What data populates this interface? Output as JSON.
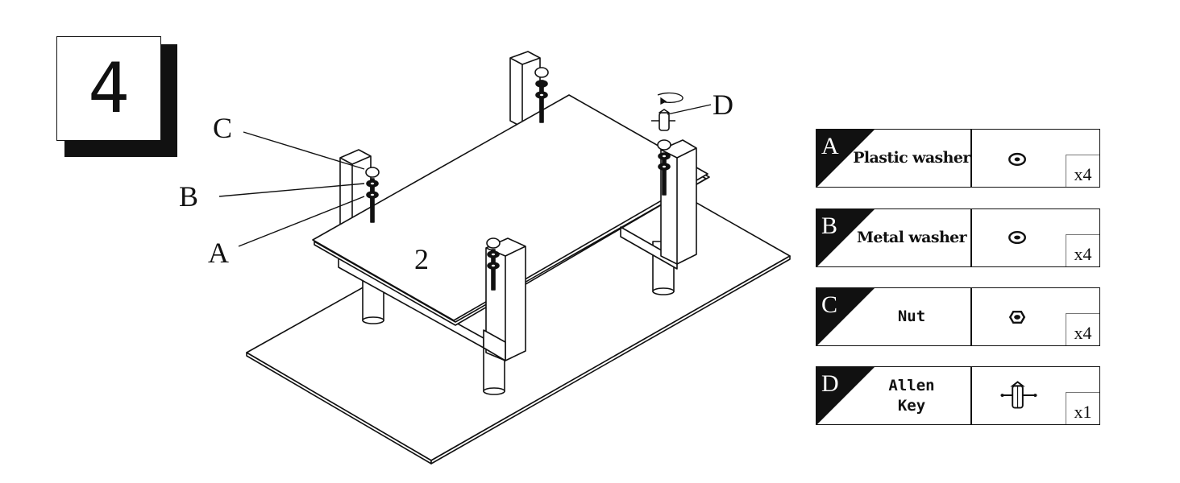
{
  "step": {
    "number": "4"
  },
  "diagram": {
    "callouts": {
      "c": "C",
      "b": "B",
      "a": "A",
      "d": "D"
    },
    "panel_number": "2"
  },
  "parts": [
    {
      "letter": "A",
      "name": "Plastic washer",
      "qty": "x4",
      "icon": "plastic-washer-icon"
    },
    {
      "letter": "B",
      "name": "Metal washer",
      "qty": "x4",
      "icon": "metal-washer-icon"
    },
    {
      "letter": "C",
      "name": "Nut",
      "qty": "x4",
      "icon": "nut-icon"
    },
    {
      "letter": "D",
      "name": "Allen\nKey",
      "qty": "x1",
      "icon": "allen-key-icon"
    }
  ],
  "colors": {
    "ink": "#111111",
    "background": "#ffffff"
  }
}
